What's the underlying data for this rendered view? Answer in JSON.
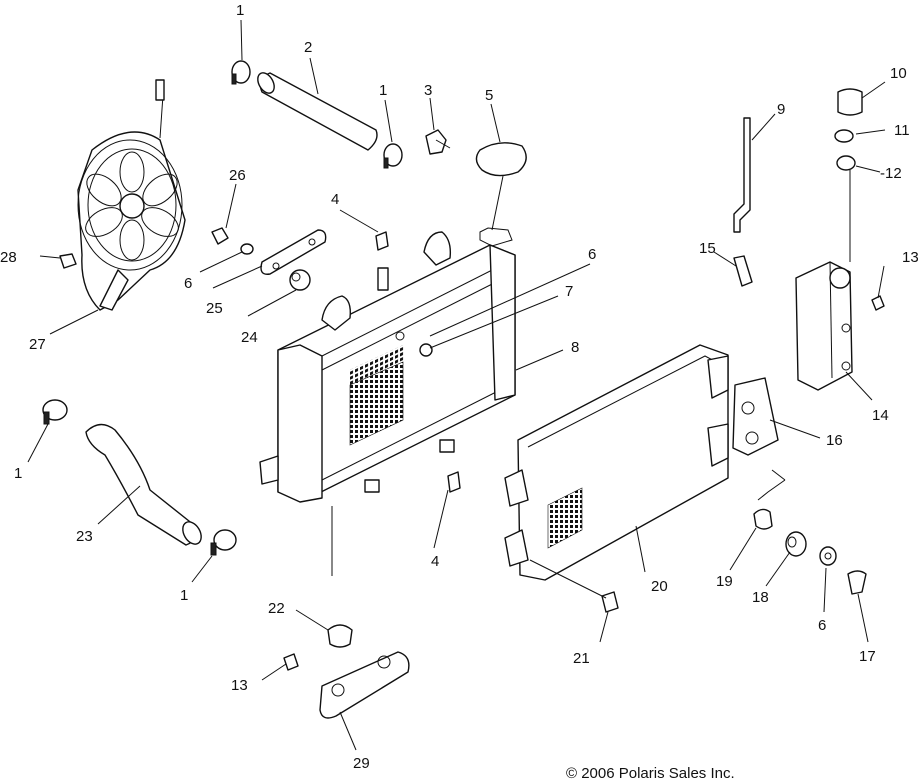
{
  "diagram": {
    "callouts": [
      "1",
      "2",
      "1",
      "3",
      "5",
      "10",
      "9",
      "11",
      "-12",
      "26",
      "4",
      "6",
      "15",
      "13",
      "28",
      "6",
      "25",
      "7",
      "24",
      "27",
      "8",
      "14",
      "16",
      "1",
      "23",
      "4",
      "20",
      "1",
      "19",
      "18",
      "6",
      "22",
      "21",
      "17",
      "13",
      "29"
    ],
    "copyright": "© 2006 Polaris Sales Inc."
  }
}
